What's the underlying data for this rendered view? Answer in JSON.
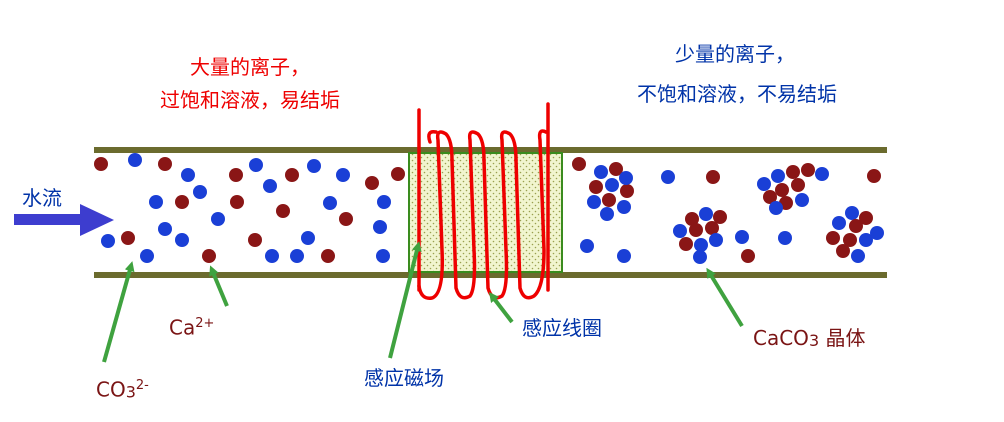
{
  "left_caption": {
    "line1": "大量的离子，",
    "line2": "过饱和溶液，易结垢"
  },
  "right_caption": {
    "line1": "少量的离子，",
    "line2": "不饱和溶液，不易结垢"
  },
  "flow_label": "水流",
  "labels": {
    "ca_base": "Ca",
    "ca_charge": "2+",
    "co3_base": "CO",
    "co3_sub": "3",
    "co3_charge": "2-",
    "magnetic_field": "感应磁场",
    "coil": "感应线圈",
    "crystal_formula_base": "CaCO",
    "crystal_formula_sub": "3",
    "crystal_word": " 晶体"
  },
  "colors": {
    "pipe": "#6b6b2e",
    "coil": "#ee0000",
    "field_fill": "#f1f5cf",
    "field_border": "#3a8c1e",
    "ion_ca": "#8a1616",
    "ion_co3": "#1a3fd6",
    "arrow_green": "#3fa23f",
    "flow_arrow": "#3d3dcf"
  }
}
